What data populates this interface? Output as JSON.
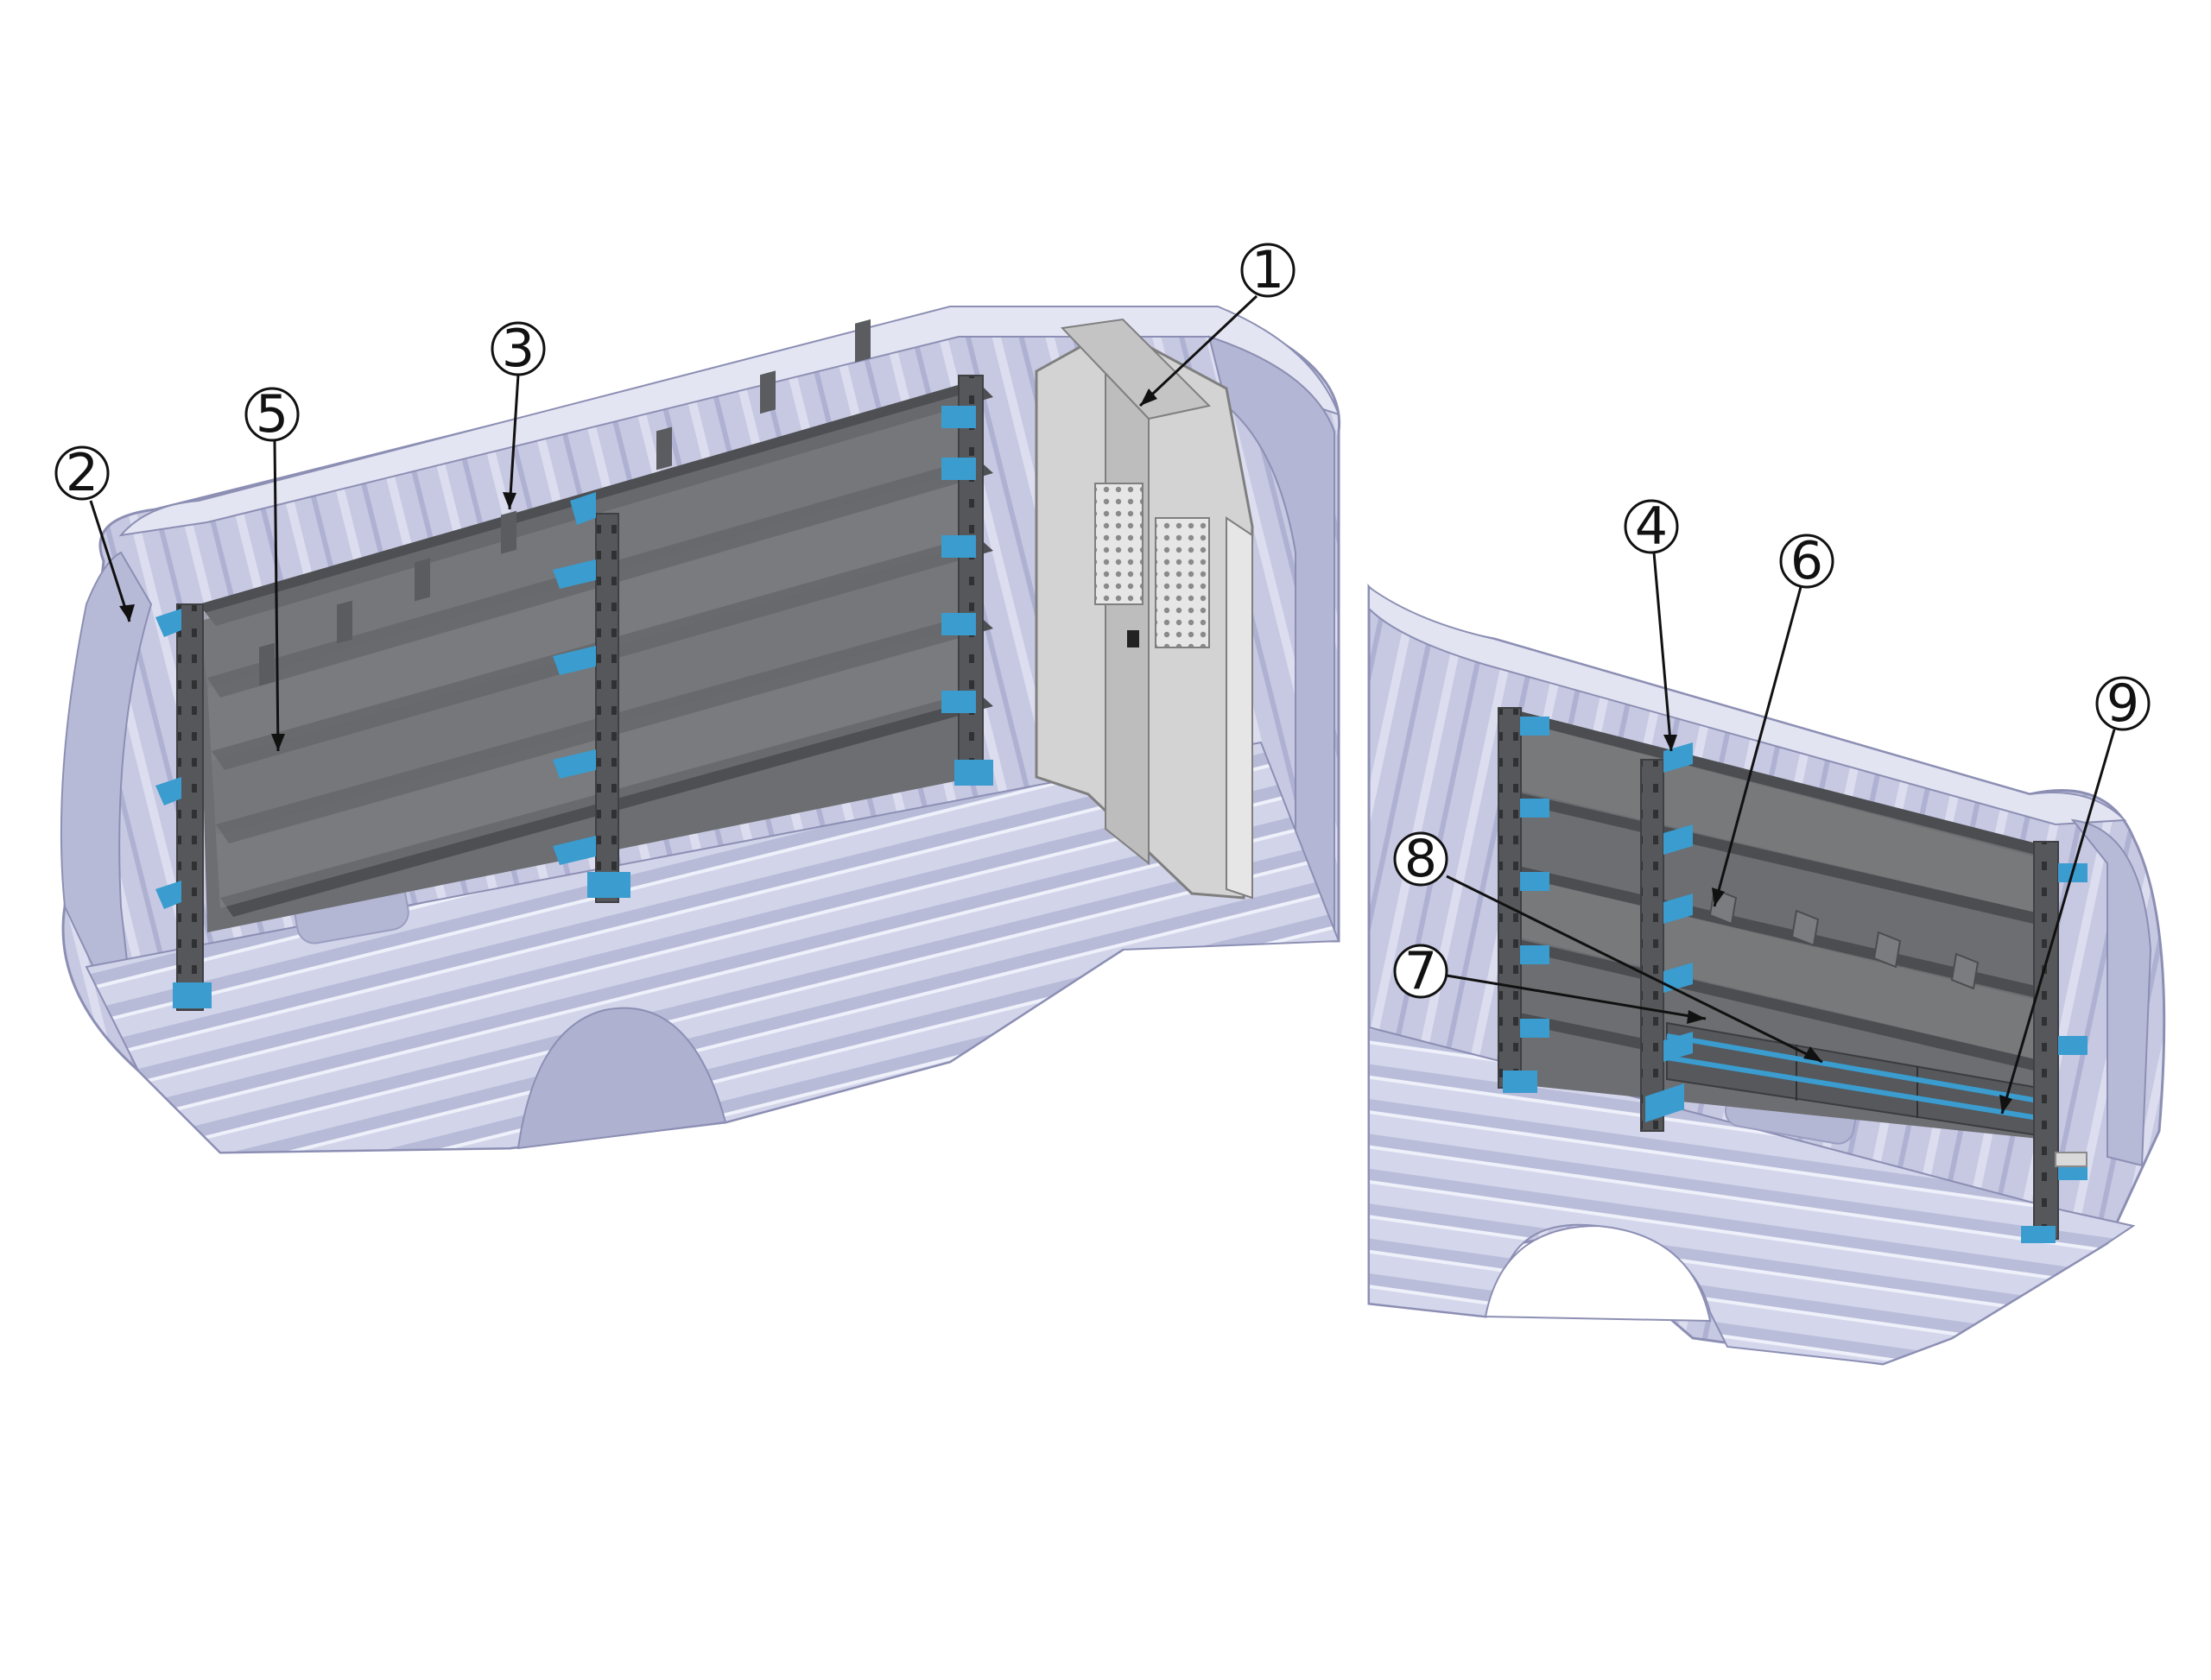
{
  "figure": {
    "left_view": {
      "name": "van-interior-left-wall"
    },
    "right_view": {
      "name": "van-interior-right-wall"
    },
    "callouts": [
      {
        "id": "callout-1",
        "label": "1"
      },
      {
        "id": "callout-2",
        "label": "2"
      },
      {
        "id": "callout-3",
        "label": "3"
      },
      {
        "id": "callout-4",
        "label": "4"
      },
      {
        "id": "callout-5",
        "label": "5"
      },
      {
        "id": "callout-6",
        "label": "6"
      },
      {
        "id": "callout-7",
        "label": "7"
      },
      {
        "id": "callout-8",
        "label": "8"
      },
      {
        "id": "callout-9",
        "label": "9"
      }
    ],
    "colors": {
      "van_body": "#c9cbe3",
      "van_body_light": "#e1e2f1",
      "van_shadow": "#9fa2c4",
      "shelf_dark": "#5b5d60",
      "shelf_mid": "#77797c",
      "bracket_blue": "#3a9ccf",
      "partition": "#cfcfcf"
    }
  }
}
